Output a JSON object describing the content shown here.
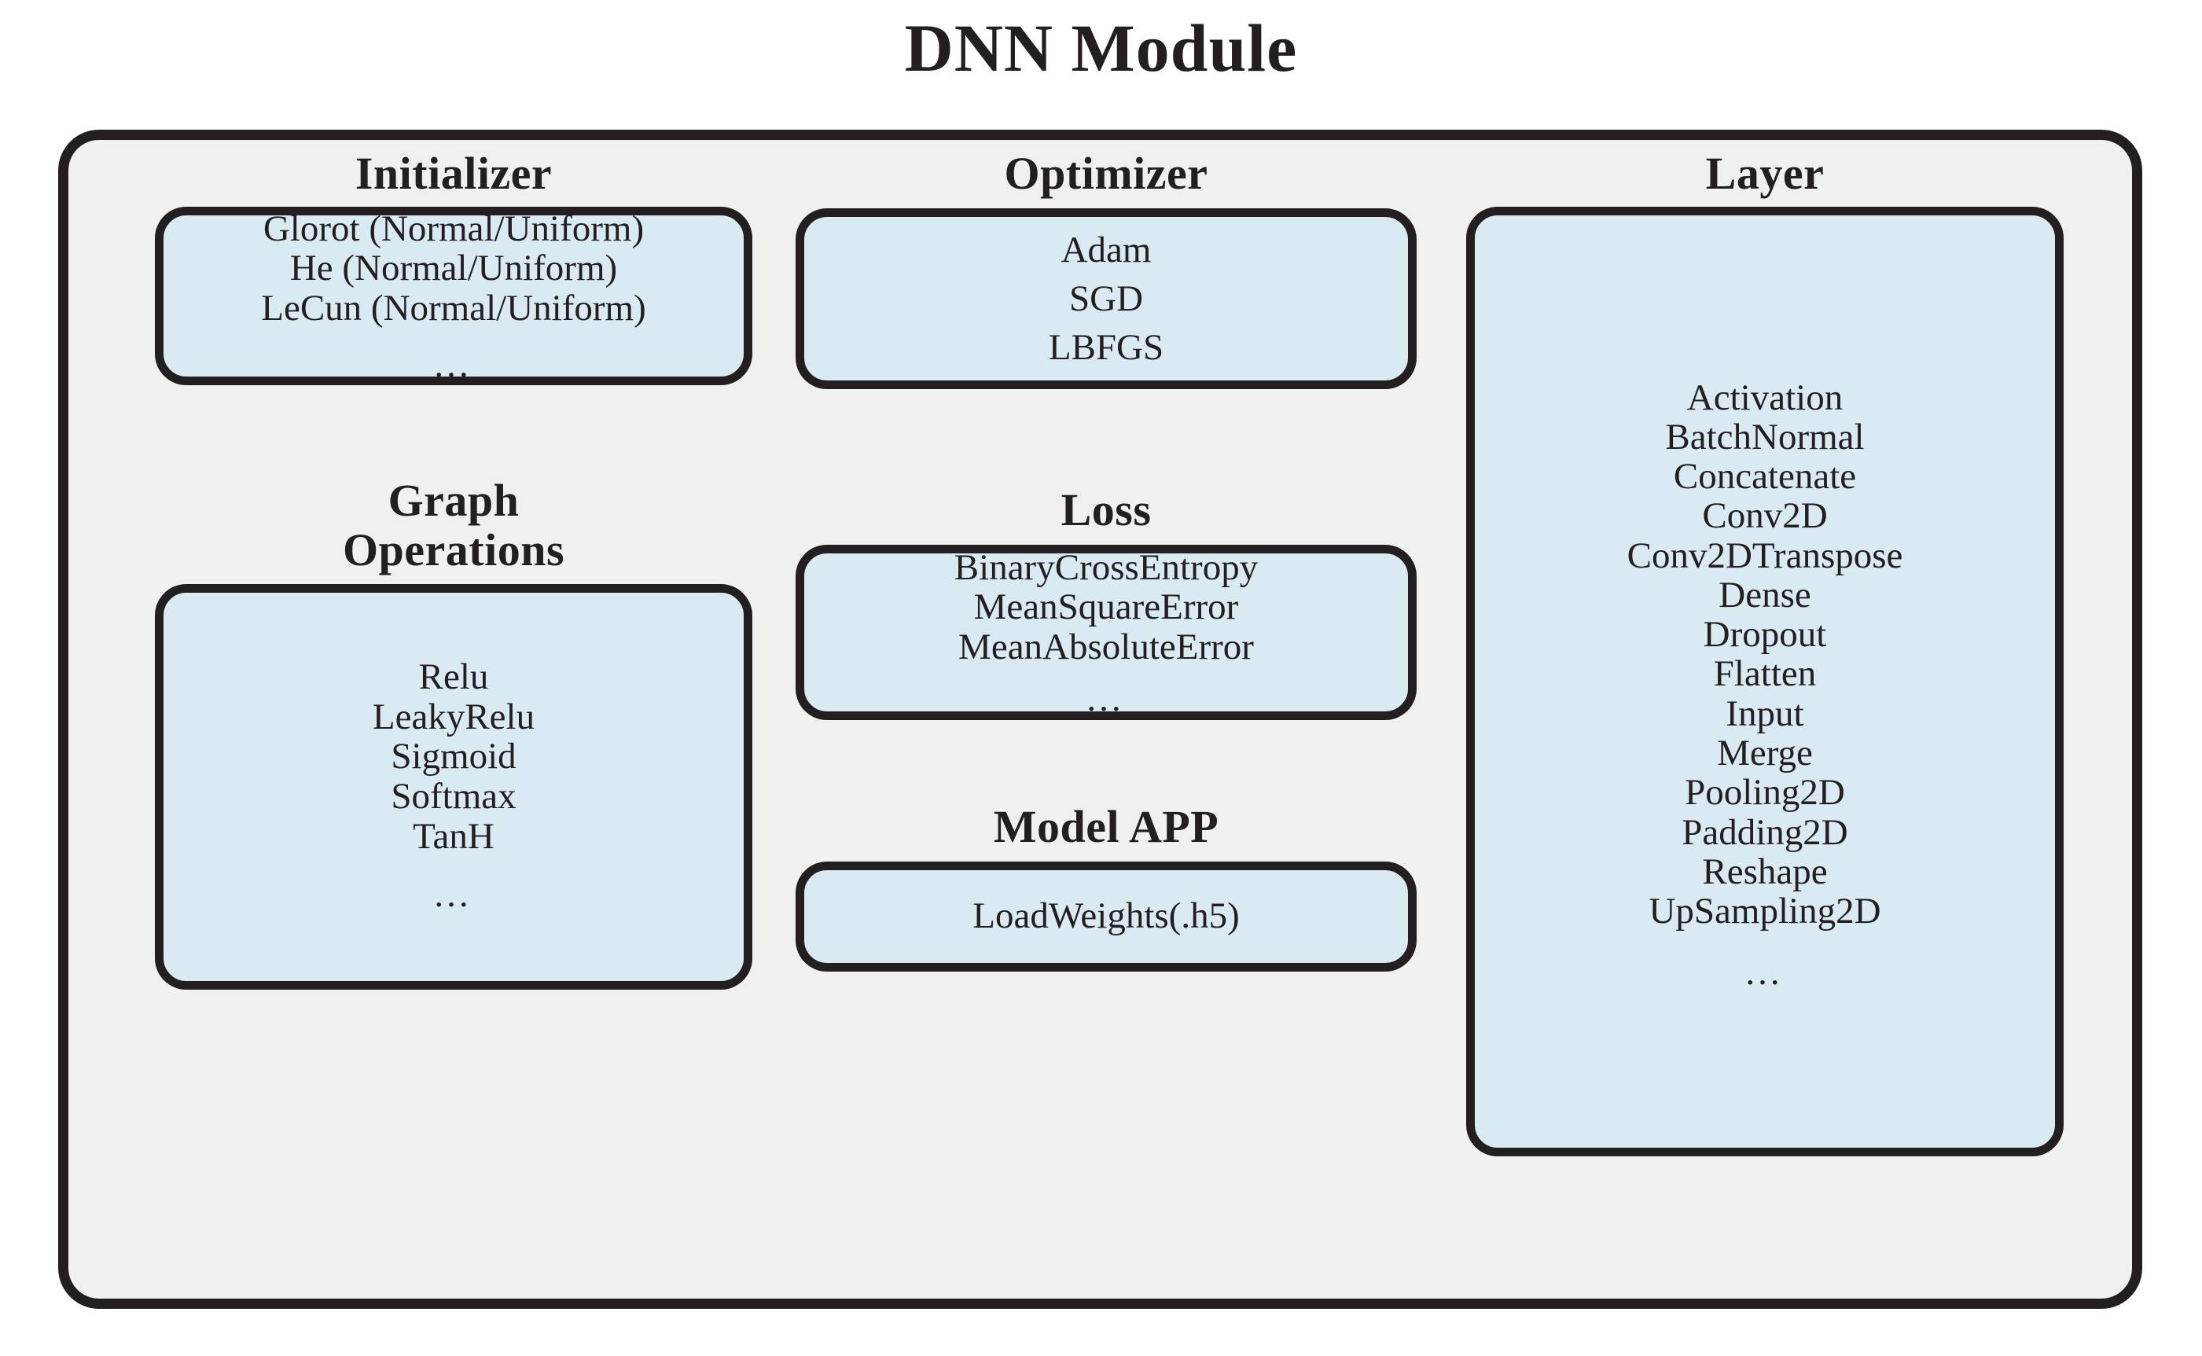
{
  "title": "DNN Module",
  "colors": {
    "page_background": "#ffffff",
    "module_background": "#f0f0ef",
    "box_fill": "#daeaf2",
    "stroke": "#231f20",
    "text": "#231f20"
  },
  "ellipsis": "…",
  "groups": {
    "initializer": {
      "heading": "Initializer",
      "items": [
        "Glorot (Normal/Uniform)",
        "He (Normal/Uniform)",
        "LeCun (Normal/Uniform)"
      ],
      "has_ellipsis": true
    },
    "graph_operations": {
      "heading_line1": "Graph",
      "heading_line2": "Operations",
      "items": [
        "Relu",
        "LeakyRelu",
        "Sigmoid",
        "Softmax",
        "TanH"
      ],
      "has_ellipsis": true
    },
    "optimizer": {
      "heading": "Optimizer",
      "items": [
        "Adam",
        "SGD",
        "LBFGS"
      ],
      "has_ellipsis": false
    },
    "loss": {
      "heading": "Loss",
      "items": [
        "BinaryCrossEntropy",
        "MeanSquareError",
        "MeanAbsoluteError"
      ],
      "has_ellipsis": true
    },
    "model_app": {
      "heading": "Model APP",
      "items": [
        "LoadWeights(.h5)"
      ],
      "has_ellipsis": false
    },
    "layer": {
      "heading": "Layer",
      "items": [
        "Activation",
        "BatchNormal",
        "Concatenate",
        "Conv2D",
        "Conv2DTranspose",
        "Dense",
        "Dropout",
        "Flatten",
        "Input",
        "Merge",
        "Pooling2D",
        "Padding2D",
        "Reshape",
        "UpSampling2D"
      ],
      "has_ellipsis": true
    }
  }
}
